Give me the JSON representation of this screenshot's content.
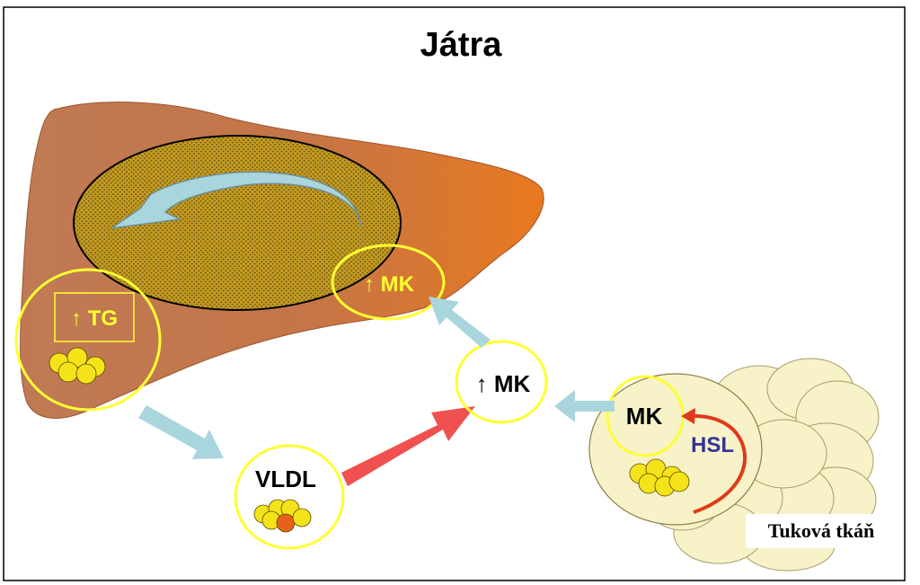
{
  "title": "Játra",
  "labels": {
    "liver_mk": "↑ MK",
    "liver_tg": "↑ TG",
    "blood_mk": "↑ MK",
    "vldl": "VLDL",
    "adipose_mk": "MK",
    "hsl": "HSL",
    "adipose_tissue": "Tuková tkáň"
  },
  "colors": {
    "liver_fill": "#c0724a",
    "liver_edge": "#e2772a",
    "fat_ellipse": "#b8951c",
    "highlight_circle": "#ffff33",
    "arrow_blue": "#a9d5dd",
    "arrow_red": "#f05050",
    "hsl_arrow": "#e03a1a",
    "fat_cell": "#f7f2c8",
    "droplet": "#f5e31a",
    "droplet_red": "#e8611a"
  }
}
